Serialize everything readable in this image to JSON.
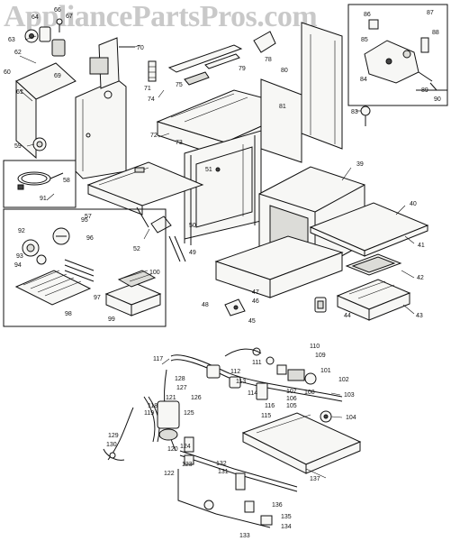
{
  "watermark": "AppliancePartsPros.com",
  "callouts": {
    "c40": "40",
    "c41": "41",
    "c42": "42",
    "c43": "43",
    "c44": "44",
    "c45": "45",
    "c46": "46",
    "c47": "47",
    "c48": "48",
    "c49": "49",
    "c50": "50",
    "c51": "51",
    "c52": "52",
    "c57": "57",
    "c58": "58",
    "c59": "59",
    "c60": "60",
    "c61": "61",
    "c62": "62",
    "c63": "63",
    "c64": "64",
    "c66": "66",
    "c67": "67",
    "c69": "69",
    "c70": "70",
    "c71": "71",
    "c72": "72",
    "c73": "73",
    "c74": "74",
    "c75": "75",
    "c78": "78",
    "c79": "79",
    "c80": "80",
    "c81": "81",
    "c83": "83",
    "c84": "84",
    "c85": "85",
    "c86": "86",
    "c87": "87",
    "c88": "88",
    "c89": "89",
    "c90": "90",
    "c91": "91",
    "c92": "92",
    "c93": "93",
    "c94": "94",
    "c95": "95",
    "c96": "96",
    "c97": "97",
    "c98": "98",
    "c99": "99",
    "c100": "100",
    "c101": "101",
    "c102": "102",
    "c103": "103",
    "c104": "104",
    "c105": "105",
    "c106": "106",
    "c107": "107",
    "c108": "108",
    "c109": "109",
    "c110": "110",
    "c111": "111",
    "c112": "112",
    "c113": "113",
    "c114": "114",
    "c115": "115",
    "c116": "116",
    "c117": "117",
    "c118": "118",
    "c119": "119",
    "c120": "120",
    "c121": "121",
    "c122": "122",
    "c123": "123",
    "c124": "124",
    "c125": "125",
    "c126": "126",
    "c127": "127",
    "c128": "128",
    "c129": "129",
    "c130": "130",
    "c131": "131",
    "c132": "132",
    "c133": "133",
    "c134": "134",
    "c135": "135",
    "c136": "136",
    "c137": "137",
    "c39": "39"
  }
}
